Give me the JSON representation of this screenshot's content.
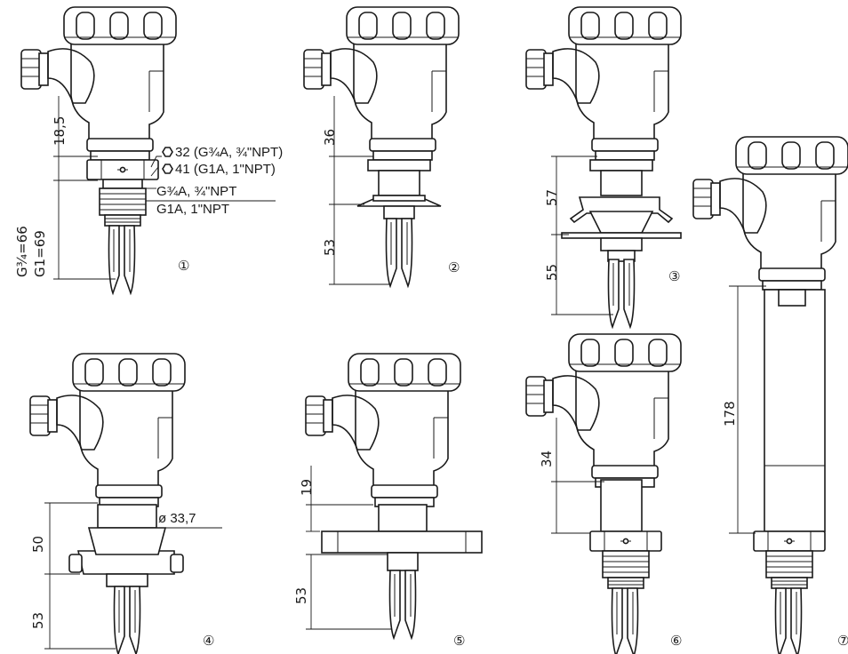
{
  "variants": [
    {
      "marker": "①",
      "dims": [
        "18,5",
        "G¾=66",
        "G1=69"
      ],
      "notes": [
        "32 (G¾A, ¾\"NPT)",
        "41 (G1A, 1\"NPT)",
        "G¾A, ¾\"NPT",
        "G1A, 1\"NPT"
      ]
    },
    {
      "marker": "②",
      "dims": [
        "36",
        "53"
      ]
    },
    {
      "marker": "③",
      "dims": [
        "57",
        "55"
      ]
    },
    {
      "marker": "④",
      "dims": [
        "50",
        "53"
      ],
      "notes": [
        "ø 33,7"
      ]
    },
    {
      "marker": "⑤",
      "dims": [
        "19",
        "53"
      ]
    },
    {
      "marker": "⑥",
      "dims": [
        "34"
      ]
    },
    {
      "marker": "⑦",
      "dims": [
        "178"
      ]
    }
  ],
  "icons": {
    "hex": "hexagon-icon"
  }
}
